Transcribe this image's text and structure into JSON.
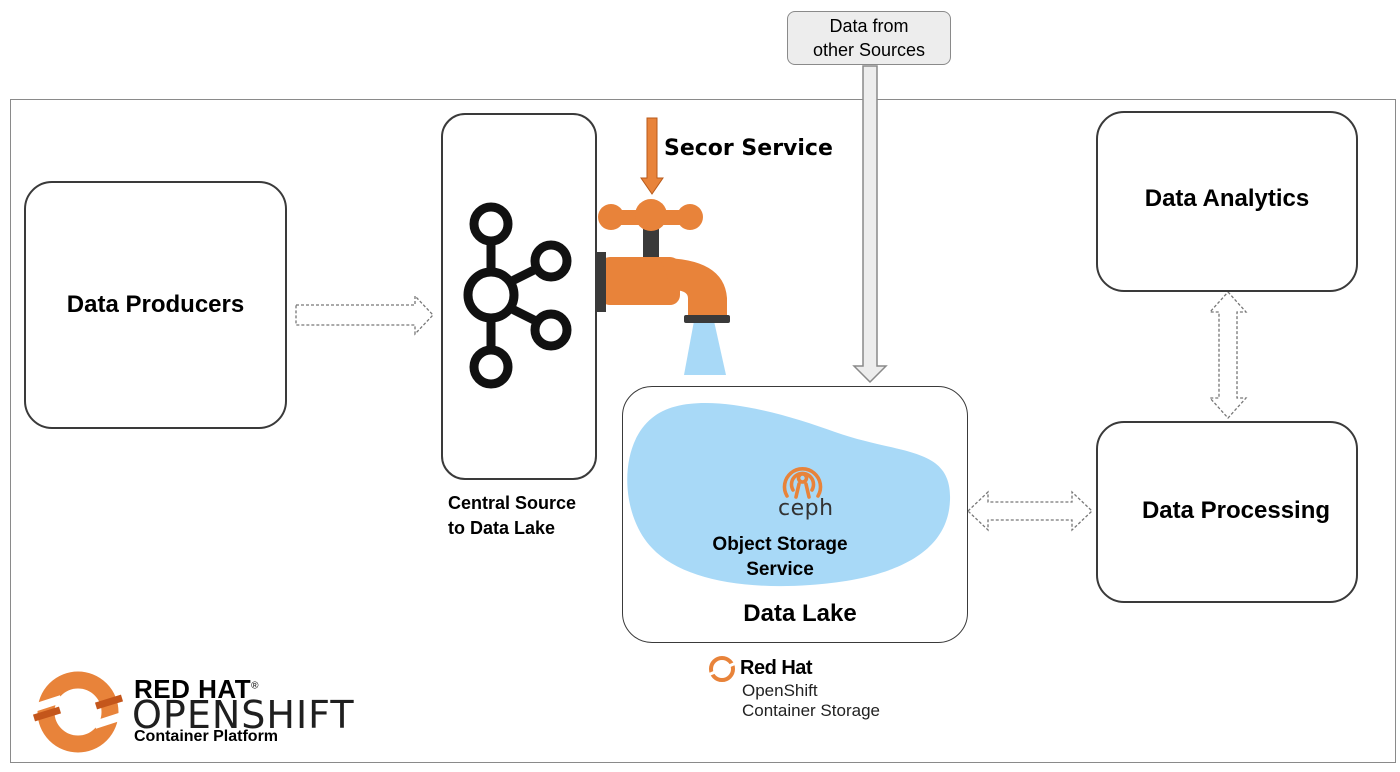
{
  "sources": {
    "line1": "Data from",
    "line2": "other Sources"
  },
  "producers": {
    "label": "Data Producers"
  },
  "kafka": {
    "caption_line1": "Central Source",
    "caption_line2": "to Data Lake"
  },
  "secor": {
    "label": "Secor Service"
  },
  "lake": {
    "label": "Data Lake",
    "ceph_text": "ceph",
    "service_line1": "Object Storage",
    "service_line2": "Service"
  },
  "analytics": {
    "label": "Data Analytics"
  },
  "processing": {
    "label": "Data Processing"
  },
  "ocs_logo": {
    "brand": "Red Hat",
    "line1": "OpenShift",
    "line2": "Container Storage"
  },
  "ocp_logo": {
    "brand": "RED HAT",
    "trademark": "®",
    "line1": "OPENSHIFT",
    "line2": "Container Platform"
  },
  "colors": {
    "orange": "#e8833a",
    "water": "#a8d9f7",
    "kafka_black": "#111111",
    "border": "#3a3a3a",
    "light_gray": "#ededed"
  },
  "icons": [
    "kafka-logo-icon",
    "faucet-icon",
    "ceph-icon",
    "openshift-logo-icon"
  ]
}
